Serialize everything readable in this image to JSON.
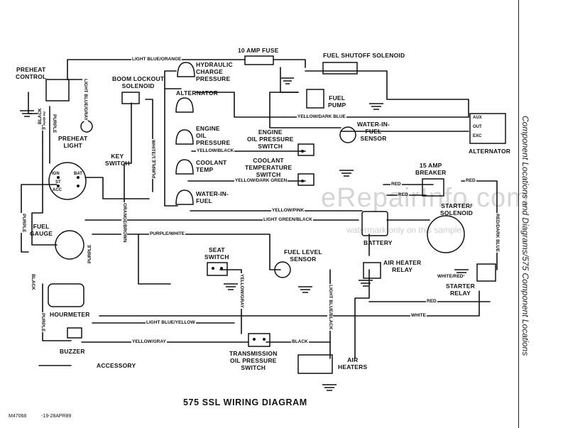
{
  "diagram": {
    "title": "575 SSL WIRING DIAGRAM",
    "figure_code": "M47068",
    "revision": "-19-28APR89",
    "sidebar_text": "Component Locations and Diagrams/575 Component Locations",
    "watermark": "eRepairInfo.com",
    "watermark_sub": "watermark only on this sample",
    "components": {
      "preheat_control": "PREHEAT\nCONTROL",
      "preheat_light": "PREHEAT\nLIGHT",
      "boom_lockout": "BOOM LOCKOUT\nSOLENOID",
      "hydraulic_charge": "HYDRAULIC\nCHARGE\nPRESSURE",
      "alternator_sender": "ALTERNATOR",
      "engine_oil": "ENGINE\nOIL\nPRESSURE",
      "coolant_temp": "COOLANT\nTEMP",
      "water_in_fuel": "WATER-IN-\nFUEL",
      "fuse": "10 AMP FUSE",
      "fuel_shutoff": "FUEL SHUTOFF SOLENOID",
      "fuel_pump": "FUEL\nPUMP",
      "water_in_fuel_sensor": "WATER-IN-\nFUEL\nSENSOR",
      "engine_oil_switch": "ENGINE\nOIL PRESSURE\nSWITCH",
      "coolant_temp_switch": "COOLANT\nTEMPERATURE\nSWITCH",
      "key_switch": "KEY\nSWITCH",
      "fuel_gauge": "FUEL\nGAUGE",
      "seat_switch": "SEAT\nSWITCH",
      "fuel_level_sensor": "FUEL LEVEL\nSENSOR",
      "hourmeter": "HOURMETER",
      "buzzer": "BUZZER",
      "accessory": "ACCESSORY",
      "trans_oil_switch": "TRANSMISSION\nOIL PRESSURE\nSWITCH",
      "air_heaters": "AIR\nHEATERS",
      "air_heater_relay": "AIR HEATER\nRELAY",
      "battery": "BATTERY",
      "starter_solenoid": "STARTER/\nSOLENOID",
      "starter_relay": "STARTER\nRELAY",
      "breaker": "15 AMP\nBREAKER",
      "alternator": "ALTERNATOR",
      "alt_terminals": [
        "AUX",
        "OUT",
        "EXC"
      ],
      "key_terminals": [
        "IGN",
        "BAT",
        "ST",
        "ACC"
      ]
    },
    "wires": {
      "light_blue_orange": "LIGHT BLUE/ORANGE",
      "purple_1": "PURPLE",
      "light_blue_gray": "LIGHT BLUE/GRAY",
      "black_1": "BLACK",
      "purple_2": "PURPLE",
      "white_tan": "WHITE/TAN",
      "purple_3": "PURPLE",
      "orange_brown": "ORANGE/BROWN",
      "yellow_dark_blue": "YELLOW/DARK BLUE",
      "yellow_black": "YELLOW/BLACK",
      "yellow_dark_green": "YELLOW/DARK GREEN",
      "yellow_pink": "YELLOW/PINK",
      "light_green_black": "LIGHT GREEN/BLACK",
      "purple_white": "PURPLE/WHITE",
      "purple_4": "PURPLE",
      "black_2": "BLACK",
      "purple_5": "PURPLE",
      "yellow_gray_v": "YELLOW/GRAY",
      "light_blue_yellow": "LIGHT BLUE/YELLOW",
      "yellow_gray_h": "YELLOW/GRAY",
      "black_3": "BLACK",
      "light_blue_black": "LIGHT BLUE/BLACK",
      "red_1": "RED",
      "red_2": "RED",
      "red_3": "RED",
      "red_dark_blue": "RED/DARK BLUE",
      "white_red": "WHITE/RED",
      "red_4": "RED",
      "white": "WHITE",
      "purple_6": "PURPLE"
    },
    "colors": {
      "ink": "#111111",
      "paper": "#ffffff"
    }
  }
}
